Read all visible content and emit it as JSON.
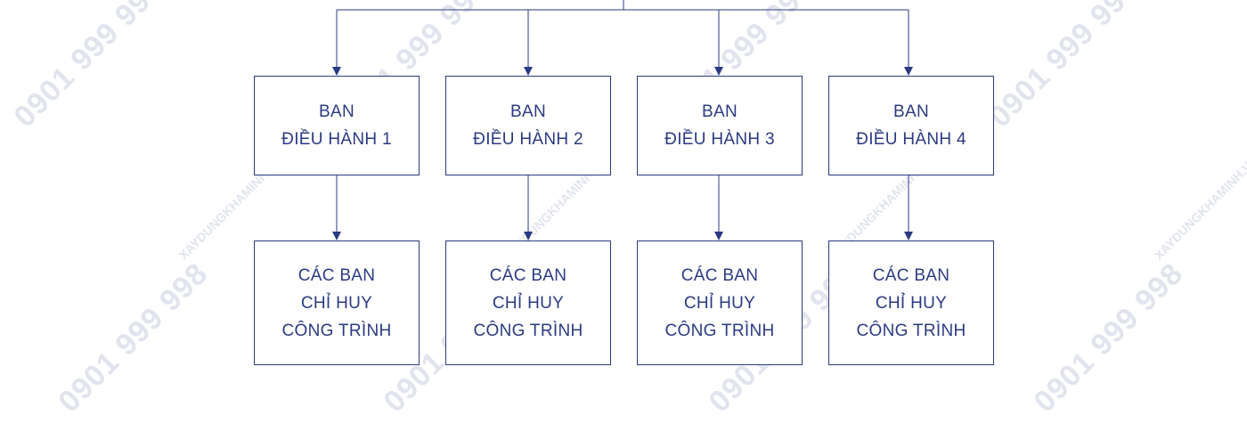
{
  "diagram": {
    "line_color": "#2b3b82",
    "box_border_color": "#2b3b82",
    "text_color": "#2b3b82",
    "watermark_color": "#c9cfe0",
    "executive_boards": [
      {
        "lines": [
          "BAN",
          "ĐIỀU HÀNH 1"
        ]
      },
      {
        "lines": [
          "BAN",
          "ĐIỀU HÀNH 2"
        ]
      },
      {
        "lines": [
          "BAN",
          "ĐIỀU HÀNH 3"
        ]
      },
      {
        "lines": [
          "BAN",
          "ĐIỀU HÀNH 4"
        ]
      }
    ],
    "command_boards": [
      {
        "lines": [
          "CÁC BAN",
          "CHỈ HUY",
          "CÔNG TRÌNH"
        ]
      },
      {
        "lines": [
          "CÁC BAN",
          "CHỈ HUY",
          "CÔNG TRÌNH"
        ]
      },
      {
        "lines": [
          "CÁC BAN",
          "CHỈ HUY",
          "CÔNG TRÌNH"
        ]
      },
      {
        "lines": [
          "CÁC BAN",
          "CHỈ HUY",
          "CÔNG TRÌNH"
        ]
      }
    ]
  },
  "watermark": {
    "phone": "0901 999 998",
    "site": "XAYDUNGKHAMINH.VN"
  }
}
